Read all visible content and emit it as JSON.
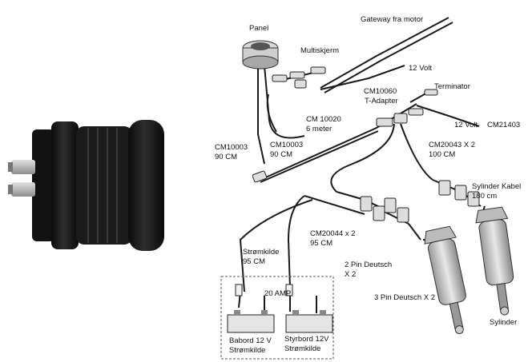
{
  "labels": {
    "panel": "Panel",
    "gateway": "Gateway fra motor",
    "multiskjerm": "Multiskjerm",
    "volt12_top": "12 Volt",
    "cm10060": "CM10060",
    "t_adapter": "T-Adapter",
    "terminator": "Terminator",
    "cm10020": "CM 10020",
    "six_meter": "6 meter",
    "volt12_right": "12 Volt",
    "cm21403": "CM21403",
    "cm10003_left_a": "CM10003",
    "cm10003_left_b": "90 CM",
    "cm10003_mid_a": "CM10003",
    "cm10003_mid_b": "90 CM",
    "cm20043_a": "CM20043 X 2",
    "cm20043_b": "100 CM",
    "sylinder_kabel_a": "Sylinder Kabel",
    "sylinder_kabel_b": "180 cm",
    "cm20044_a": "CM20044 x 2",
    "cm20044_b": "95 CM",
    "stromkilde_a": "Strømkilde",
    "stromkilde_b": "95 CM",
    "pin2_a": "2 Pin Deutsch",
    "pin2_b": "X 2",
    "amp": "20 AMP",
    "pin3": "3 Pin Deutsch X 2",
    "sylinder": "Sylinder",
    "babord_a": "Babord 12 V",
    "babord_b": "Strømkilde",
    "styrbord_a": "Styrbord 12V",
    "styrbord_b": "Strømkilde"
  },
  "colors": {
    "cable": "#1a1a1a",
    "photo_body": "#151515",
    "connector_metal": "#b8b8b8"
  }
}
